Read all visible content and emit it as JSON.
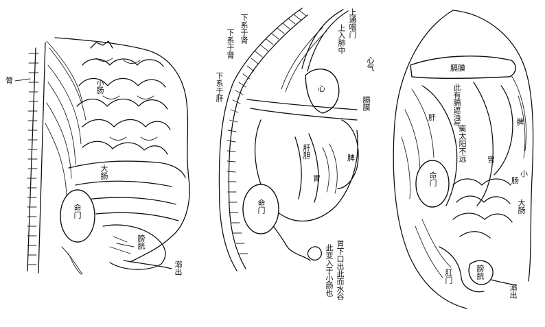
{
  "panels": [
    {
      "labels": {
        "spine_left": "膂",
        "small_intestine": "小肠",
        "large_intestine": "大肠",
        "mingmen": "命门",
        "bladder": "膀胱",
        "urine_out": "溺出"
      }
    },
    {
      "labels": {
        "upper_top": "上通咽门",
        "upper_lung": "上入肺中",
        "heart_qi": "心气",
        "down_kidney": "下系于肾",
        "down_kidney2": "下系于肾",
        "down_liver": "下系于肝",
        "heart": "心",
        "diaphragm": "膈膜",
        "liver_gb": "肝胆",
        "spleen": "脾",
        "stomach": "胃",
        "mingmen": "命门",
        "stomach_bottom": "胃下口出此而水谷",
        "stomach_bottom2": "此变入于小肠也"
      }
    },
    {
      "labels": {
        "diaphragm": "膈膜",
        "vertical_text": "此有膈遮浊气",
        "liver": "肝",
        "vertical_text2": "离太阳不远",
        "spleen": "脾",
        "stomach": "胃",
        "small": "小",
        "intestine": "肠",
        "mingmen": "命门",
        "large_intestine": "大肠",
        "anus": "肛门",
        "bladder": "膀胱",
        "urine_out": "溺出"
      }
    }
  ]
}
